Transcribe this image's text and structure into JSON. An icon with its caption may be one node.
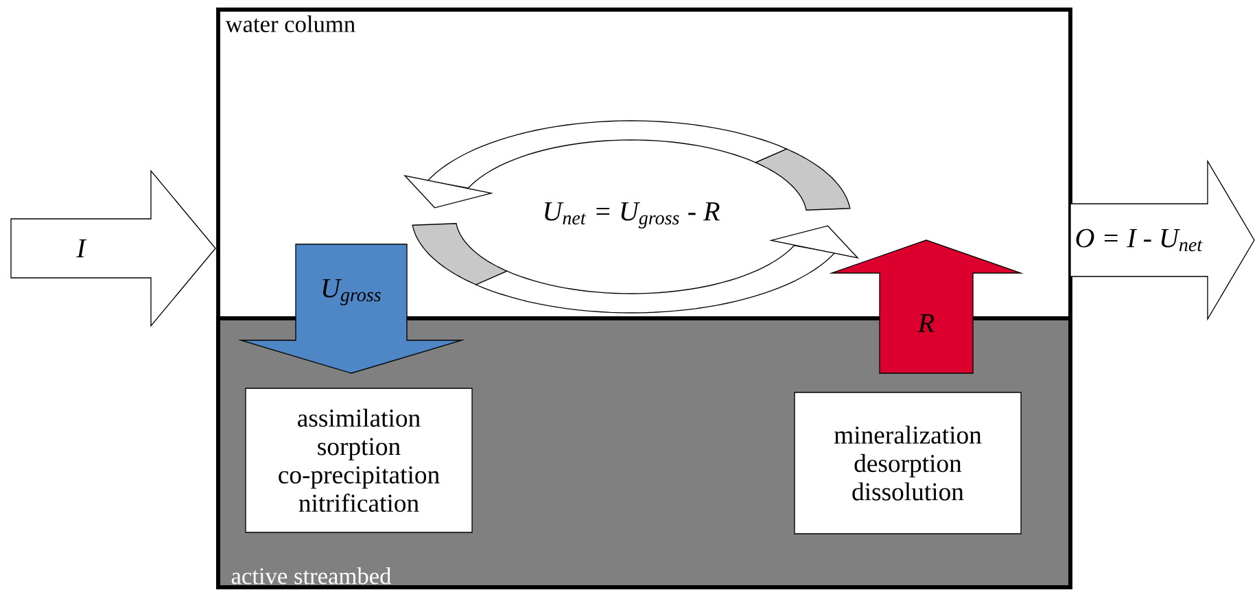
{
  "diagram": {
    "nodes": [
      {
        "text": [
          "water column"
        ]
      },
      {
        "text": [
          "active streambed"
        ],
        "in": 0
      },
      {
        "text": [
          "assimilation sorption co-precipitation nitrification"
        ],
        "in": 1
      },
      {
        "text": [
          "mineralization desorption dissolution"
        ],
        "in": 1
      }
    ],
    "edges": [
      {
        "from": null,
        "to": 0,
        "arrow": "to",
        "label": "I"
      },
      {
        "from": 0,
        "to": null,
        "arrow": "to",
        "label": "O = I - U$_{net}$"
      },
      {
        "from": 0,
        "to": 2,
        "arrow": "to",
        "label": "U$_{gross}$",
        "color": "#4f86c6"
      },
      {
        "from": 3,
        "to": 0,
        "arrow": "to",
        "label": "R",
        "color": "#dc002e"
      }
    ],
    "labels": [
      "U$_{net}$ = U$_{gross}$ - R"
    ]
  }
}
